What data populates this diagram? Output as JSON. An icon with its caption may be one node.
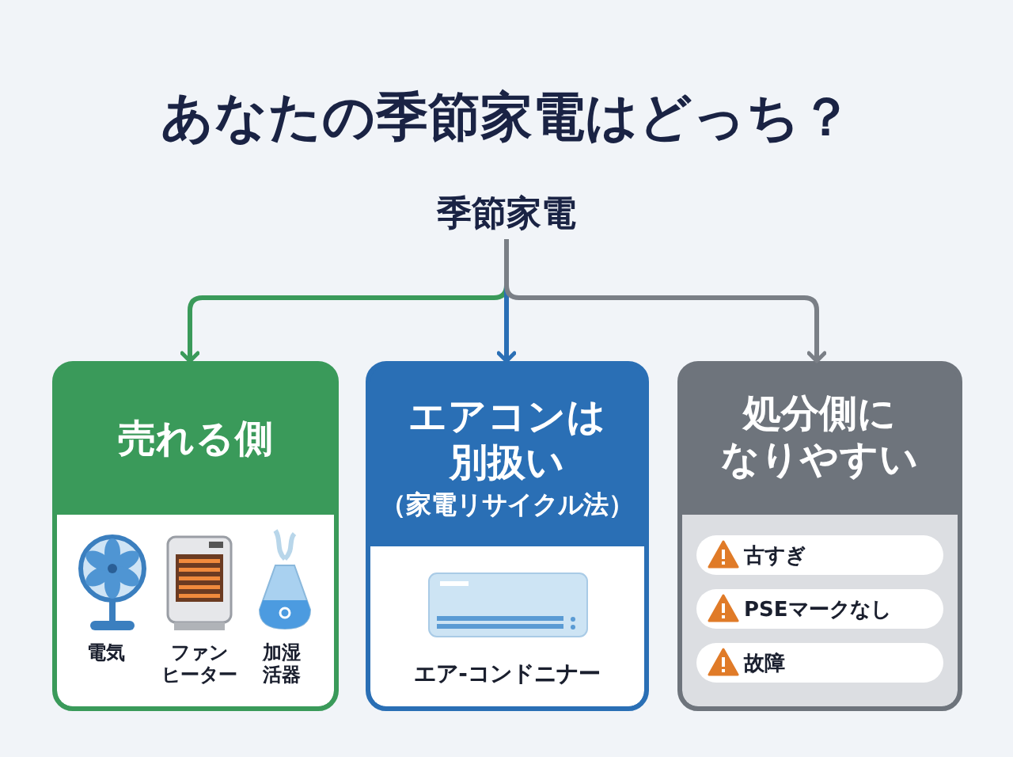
{
  "diagram": {
    "title": "あなたの季節家電はどっち？",
    "nodes": [
      {
        "text": [
          "季節家電"
        ]
      },
      {
        "text": [
          "売れる側"
        ]
      },
      {
        "text": [
          "電気"
        ],
        "in": 1
      },
      {
        "text": [
          "ファンヒーター"
        ],
        "in": 1
      },
      {
        "text": [
          "加湿活器"
        ],
        "in": 1
      },
      {
        "text": [
          "エアコンは別扱い",
          "（家電リサイクル法）"
        ]
      },
      {
        "text": [
          "エア-コンドニナー"
        ],
        "in": 5
      },
      {
        "text": [
          "処分側になりやすい"
        ]
      },
      {
        "text": [
          "古すぎ"
        ],
        "in": 7
      },
      {
        "text": [
          "PSEマークなし"
        ],
        "in": 7
      },
      {
        "text": [
          "故障"
        ],
        "in": 7
      }
    ],
    "edges": [
      {
        "from": 0,
        "to": 1,
        "arrow": "to",
        "color": "#3a9a5a"
      },
      {
        "from": 0,
        "to": 5,
        "arrow": "to",
        "color": "#2a6fb5"
      },
      {
        "from": 0,
        "to": 7,
        "arrow": "to",
        "color": "#7a7f86"
      }
    ]
  }
}
